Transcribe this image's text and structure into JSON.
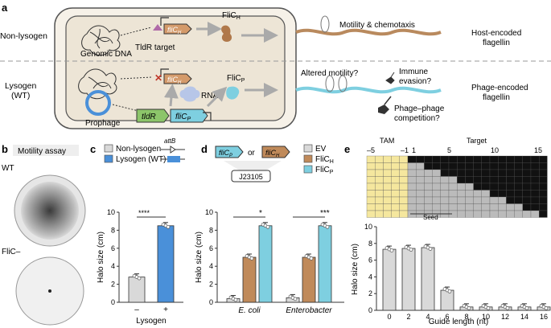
{
  "panel_a": {
    "label": "a",
    "row_top": "Non-lysogen",
    "row_bottom_1": "Lysogen",
    "row_bottom_2": "(WT)",
    "genomic_dna": "Genomic DNA",
    "tldr_target": "TldR target",
    "flic_h_gene": "fliC",
    "flic_h_gene_sub": "H",
    "flic_h_protein": "FliC",
    "flic_h_protein_sub": "H",
    "motility": "Motility & chemotaxis",
    "host_flagellin_1": "Host-encoded",
    "host_flagellin_2": "flagellin",
    "prophage": "Prophage",
    "rnap": "RNAP",
    "tldr_gene": "tldR",
    "flic_p_gene": "fliC",
    "flic_p_gene_sub": "P",
    "flic_p_protein": "FliC",
    "flic_p_protein_sub": "P",
    "altered_motility": "Altered motility?",
    "immune_1": "Immune",
    "immune_2": "evasion?",
    "phage_comp_1": "Phage–phage",
    "phage_comp_2": "competition?",
    "phage_flagellin_1": "Phage-encoded",
    "phage_flagellin_2": "flagellin"
  },
  "panel_b": {
    "label": "b",
    "title": "Motility assay",
    "wt": "WT",
    "flic_minus": "FliC–"
  },
  "panel_c": {
    "label": "c",
    "legend_1": "Non-lysogen",
    "legend_2": "Lysogen (WT)",
    "attb": "attB",
    "sig": "****",
    "ylabel": "Halo size (cm)",
    "xlabel": "Lysogen",
    "colors": {
      "non": "#d9d9d9",
      "lys": "#4a90d9"
    }
  },
  "panel_d": {
    "label": "d",
    "gene_p": "fliC",
    "gene_p_sub": "P",
    "or": "or",
    "gene_h": "fliC",
    "gene_h_sub": "H",
    "promoter": "J23105",
    "legend": [
      "EV",
      "FliC",
      "FliC"
    ],
    "legend_sub": [
      "",
      "H",
      "P"
    ],
    "sig1": "*",
    "sig2": "***",
    "ylabel": "Halo size (cm)",
    "colors": {
      "ev": "#d9d9d9",
      "h": "#c08a5a",
      "p": "#7ecfe0"
    }
  },
  "panel_e": {
    "label": "e",
    "tam": "TAM",
    "target": "Target",
    "top_ticks": [
      "–5",
      "–1",
      "1",
      "5",
      "10",
      "15"
    ],
    "seed": "Seed",
    "ylabel": "Halo size (cm)",
    "xlabel": "Guide length (nt)"
  },
  "chart_data": [
    {
      "type": "bar",
      "panel": "c",
      "categories": [
        "–",
        "+"
      ],
      "series": [
        {
          "name": "Non-lysogen",
          "values": [
            2.8,
            null
          ]
        },
        {
          "name": "Lysogen (WT)",
          "values": [
            null,
            8.5
          ]
        }
      ],
      "ylabel": "Halo size (cm)",
      "xlabel": "Lysogen",
      "ylim": [
        0,
        10
      ],
      "yticks": [
        0,
        2,
        4,
        6,
        8,
        10
      ]
    },
    {
      "type": "bar",
      "panel": "d",
      "categories": [
        "E. coli",
        "Enterobacter"
      ],
      "series": [
        {
          "name": "EV",
          "values": [
            0.4,
            0.5
          ]
        },
        {
          "name": "FliC_H",
          "values": [
            5.0,
            5.0
          ]
        },
        {
          "name": "FliC_P",
          "values": [
            8.5,
            8.5
          ]
        }
      ],
      "ylabel": "Halo size (cm)",
      "ylim": [
        0,
        10
      ],
      "yticks": [
        0,
        2,
        4,
        6,
        8,
        10
      ]
    },
    {
      "type": "bar",
      "panel": "e",
      "categories": [
        "0",
        "2",
        "4",
        "6",
        "8",
        "10",
        "12",
        "14",
        "16"
      ],
      "values": [
        7.3,
        7.4,
        7.5,
        2.4,
        0.4,
        0.4,
        0.4,
        0.4,
        0.4
      ],
      "xlabel": "Guide length (nt)",
      "ylabel": "Halo size (cm)",
      "ylim": [
        0,
        10
      ],
      "yticks": [
        0,
        2,
        4,
        6,
        8,
        10
      ]
    }
  ]
}
